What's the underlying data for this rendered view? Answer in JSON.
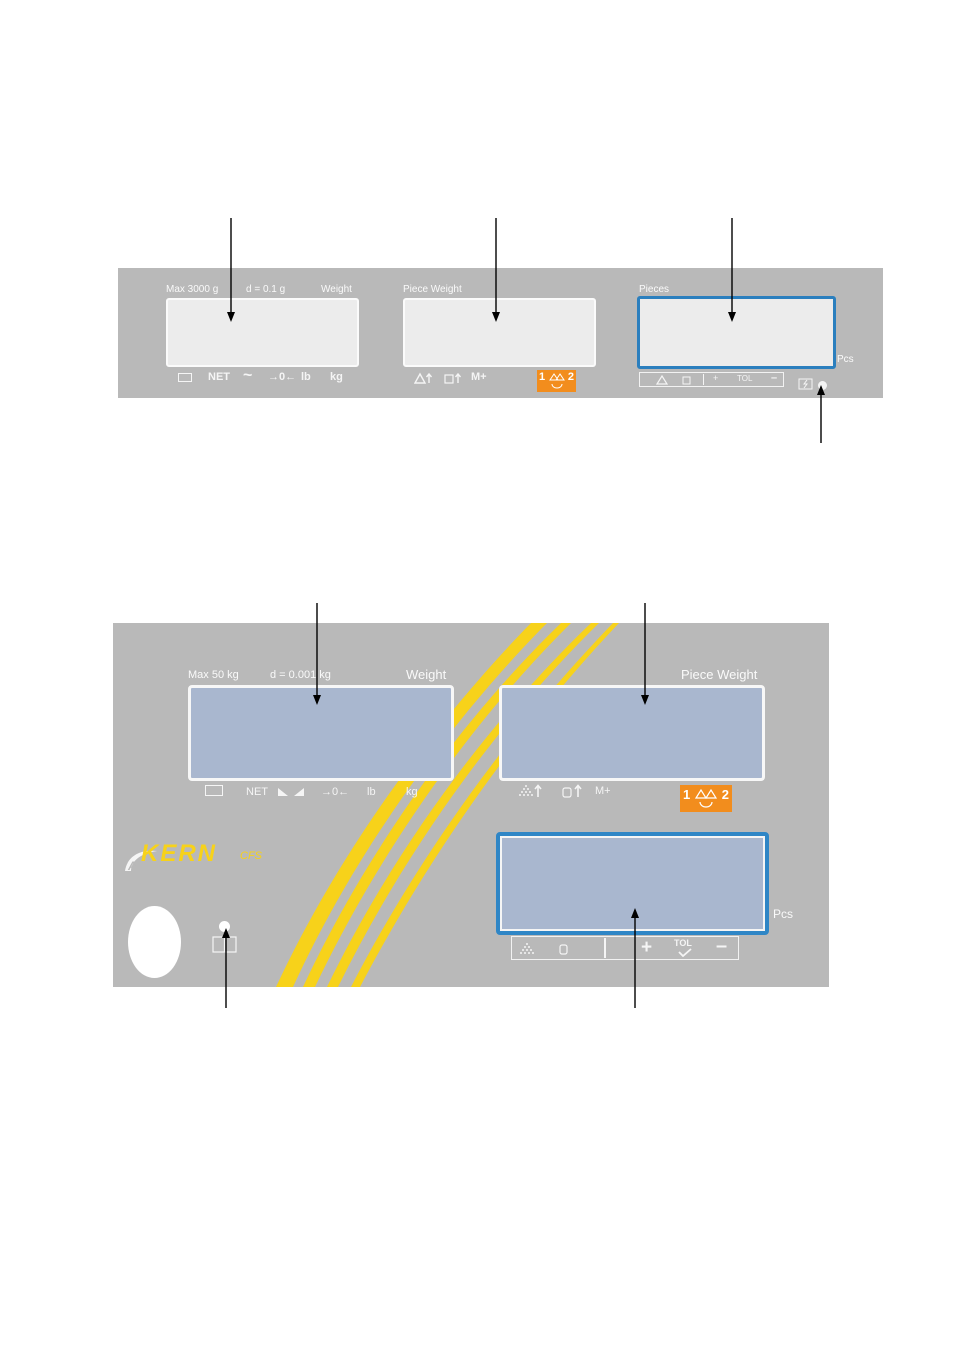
{
  "panel_cfs": {
    "weight_label": "Weight",
    "capacity_label": "Max 3000 g",
    "division_label": "d = 0.1 g",
    "piece_weight_label": "Piece Weight",
    "pieces_label": "Pieces",
    "pcs_label": "Pcs",
    "indicators_weight": [
      "NET",
      "~",
      "→0←",
      "lb",
      "kg"
    ],
    "indicators_piece": [
      "M+"
    ],
    "switch_left": "1",
    "switch_right": "2",
    "strip_items": [
      "+",
      "TOL",
      "–"
    ]
  },
  "panel_kern": {
    "capacity_label": "Max  50 kg",
    "division_label": "d = 0.001 kg",
    "weight_label": "Weight",
    "piece_weight_label": "Piece Weight",
    "pcs_label": "Pcs",
    "indicators_weight": [
      "NET",
      "→0←",
      "lb",
      "kg"
    ],
    "indicators_piece": [
      "M+"
    ],
    "switch_left": "1",
    "switch_right": "2",
    "brand": "KERN",
    "model": "CFS",
    "strip_items": [
      "+",
      "TOL",
      "–"
    ]
  },
  "colors": {
    "panel": "#b9b9b9",
    "accent_orange": "#f28d1d",
    "accent_blue": "#2b7fbe",
    "stripe_yellow": "#f7d21a"
  }
}
